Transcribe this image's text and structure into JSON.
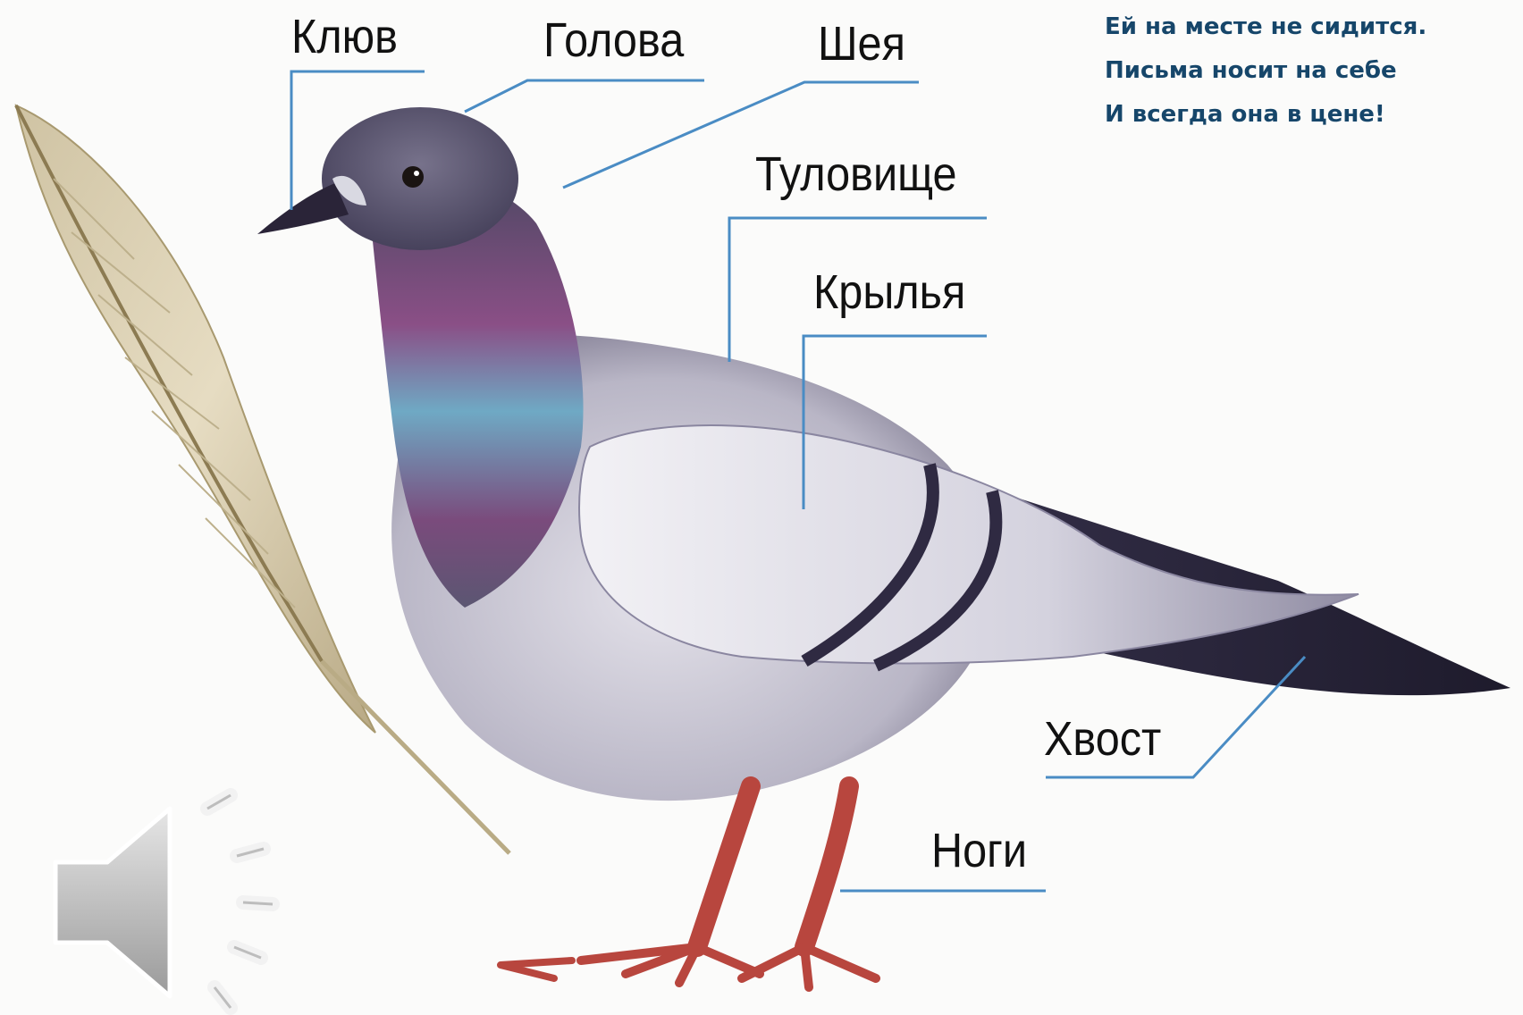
{
  "labels": {
    "beak": "Клюв",
    "head": "Голова",
    "neck": "Шея",
    "body": "Туловище",
    "wings": "Крылья",
    "tail": "Хвост",
    "legs": "Ноги"
  },
  "poem": {
    "line1": "Ей на месте не сидится.",
    "line2": "Письма носит на себе",
    "line3": "И всегда она в цене!"
  },
  "colors": {
    "leader_line": "#4a8cc4",
    "poem_text": "#16466a",
    "label_text": "#111111"
  },
  "icons": {
    "audio": "speaker-icon",
    "feather": "feather-icon"
  }
}
